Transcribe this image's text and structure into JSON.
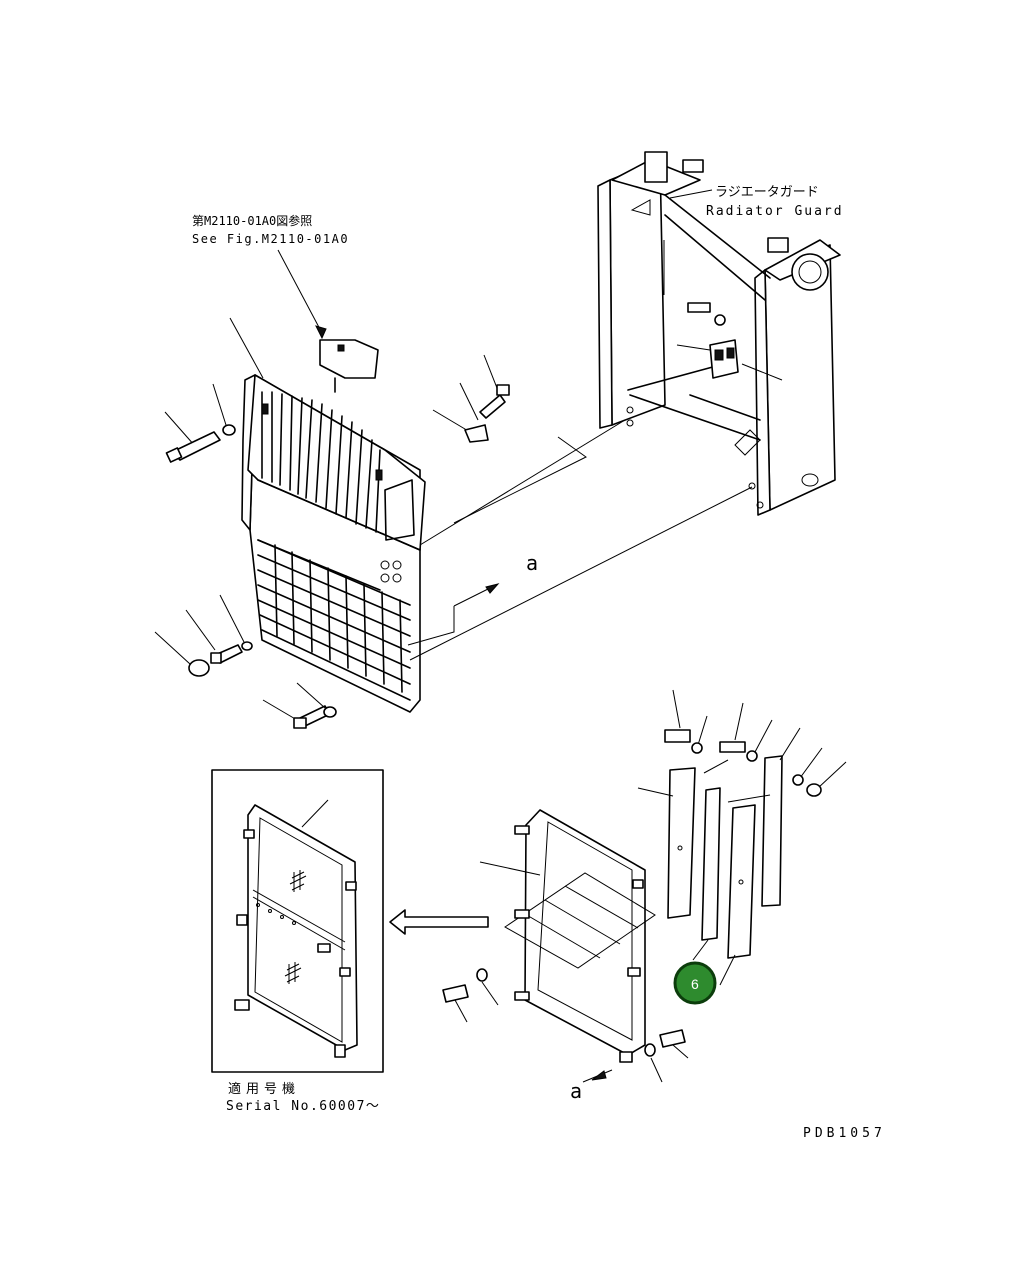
{
  "labels": {
    "radiator_guard_jp": "ラジエータガード",
    "radiator_guard_en": "Radiator Guard",
    "see_fig_jp": "第M2110-01A0図参照",
    "see_fig_en": "See Fig.M2110-01A0",
    "arrow_a_top": "a",
    "arrow_a_bottom": "a",
    "serial_jp": "適用号機",
    "serial_en": "Serial No.60007～",
    "drawing_code": "PDB1057"
  },
  "callouts": [
    {
      "number": "6",
      "color": "#2e8b2e",
      "border": "#0c3d0c"
    }
  ]
}
